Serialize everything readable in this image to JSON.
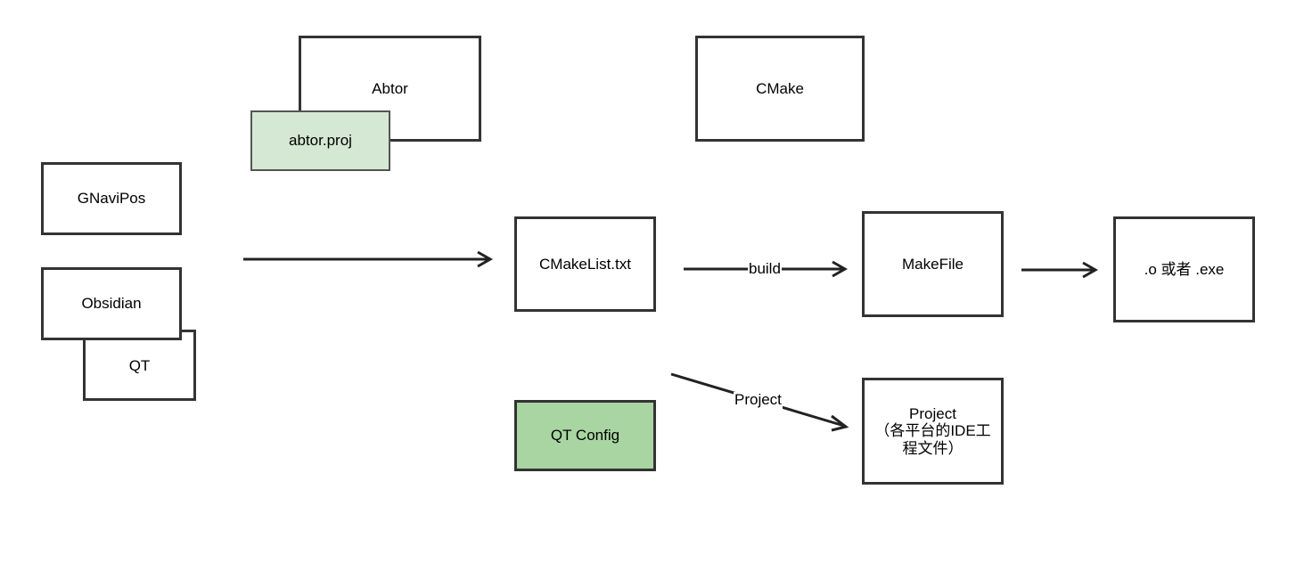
{
  "diagram": {
    "nodes": {
      "abtor": "Abtor",
      "abtor_proj": "abtor.proj",
      "cmake": "CMake",
      "gnavipos": "GNaviPos",
      "qt": "QT",
      "obsidian": "Obsidian",
      "cmakelist": "CMakeList.txt",
      "makefile": "MakeFile",
      "output": ".o 或者 .exe",
      "qt_config": "QT Config",
      "project": "Project\n（各平台的IDE工\n程文件）"
    },
    "edges": {
      "build_label": "build",
      "project_label": "Project"
    },
    "colors": {
      "light_green": "#d5e8d4",
      "mid_green": "#a8d5a2",
      "stroke": "#222222"
    }
  }
}
